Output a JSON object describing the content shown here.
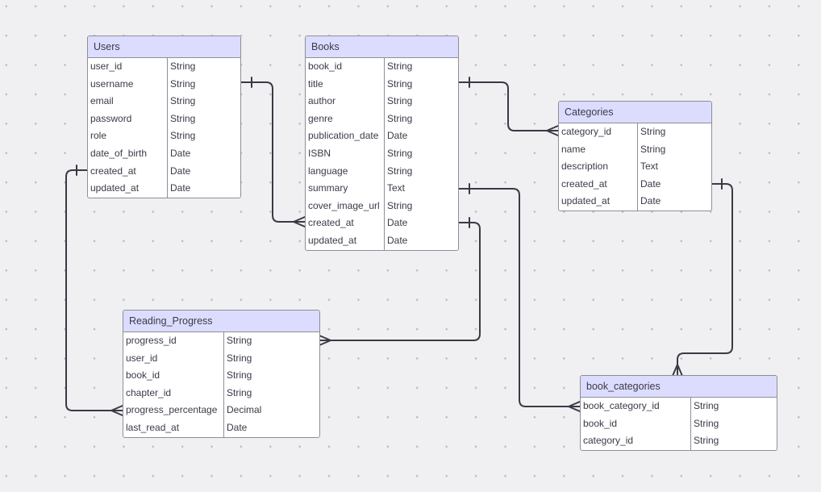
{
  "entities": {
    "users": {
      "title": "Users",
      "rows": [
        {
          "name": "user_id",
          "type": "String"
        },
        {
          "name": "username",
          "type": "String"
        },
        {
          "name": "email",
          "type": "String"
        },
        {
          "name": "password",
          "type": "String"
        },
        {
          "name": "role",
          "type": "String"
        },
        {
          "name": "date_of_birth",
          "type": "Date"
        },
        {
          "name": "created_at",
          "type": "Date"
        },
        {
          "name": "updated_at",
          "type": "Date"
        }
      ]
    },
    "books": {
      "title": "Books",
      "rows": [
        {
          "name": "book_id",
          "type": "String"
        },
        {
          "name": "title",
          "type": "String"
        },
        {
          "name": "author",
          "type": "String"
        },
        {
          "name": "genre",
          "type": "String"
        },
        {
          "name": "publication_date",
          "type": "Date"
        },
        {
          "name": "ISBN",
          "type": "String"
        },
        {
          "name": "language",
          "type": "String"
        },
        {
          "name": "summary",
          "type": "Text"
        },
        {
          "name": "cover_image_url",
          "type": "String"
        },
        {
          "name": "created_at",
          "type": "Date"
        },
        {
          "name": "updated_at",
          "type": "Date"
        }
      ]
    },
    "categories": {
      "title": "Categories",
      "rows": [
        {
          "name": "category_id",
          "type": "String"
        },
        {
          "name": "name",
          "type": "String"
        },
        {
          "name": "description",
          "type": "Text"
        },
        {
          "name": "created_at",
          "type": "Date"
        },
        {
          "name": "updated_at",
          "type": "Date"
        }
      ]
    },
    "reading_progress": {
      "title": "Reading_Progress",
      "rows": [
        {
          "name": "progress_id",
          "type": "String"
        },
        {
          "name": "user_id",
          "type": "String"
        },
        {
          "name": "book_id",
          "type": "String"
        },
        {
          "name": "chapter_id",
          "type": "String"
        },
        {
          "name": "progress_percentage",
          "type": "Decimal"
        },
        {
          "name": "last_read_at",
          "type": "Date"
        }
      ]
    },
    "book_categories": {
      "title": "book_categories",
      "rows": [
        {
          "name": "book_category_id",
          "type": "String"
        },
        {
          "name": "book_id",
          "type": "String"
        },
        {
          "name": "category_id",
          "type": "String"
        }
      ]
    }
  },
  "relationships": [
    {
      "from": "users.username",
      "from_end": "one",
      "to": "books.created_at",
      "to_end": "many"
    },
    {
      "from": "books.title",
      "from_end": "one",
      "to": "categories.category_id",
      "to_end": "many"
    },
    {
      "from": "books.summary",
      "from_end": "one",
      "to": "book_categories.book_category_id",
      "to_end": "many"
    },
    {
      "from": "books.created_at",
      "from_end": "one",
      "to": "reading_progress.progress_id",
      "to_end": "many"
    },
    {
      "from": "users.created_at",
      "from_end": "one",
      "to": "reading_progress.progress_percentage",
      "to_end": "many"
    },
    {
      "from": "categories.created_at",
      "from_end": "one",
      "to": "book_categories",
      "to_end": "many"
    }
  ],
  "colors": {
    "header_fill": "#dcdcff",
    "border": "#8e8e98",
    "connector": "#3a3a45",
    "canvas": "#f0f0f3",
    "grid_dot": "#b9b9c2"
  }
}
